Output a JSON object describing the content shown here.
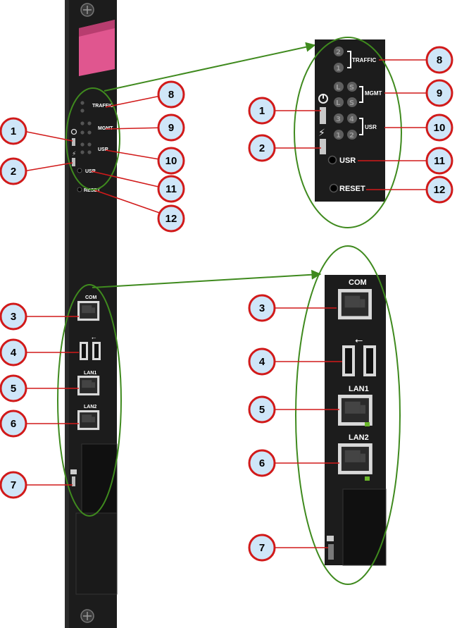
{
  "panel_labels": {
    "traffic": "TRAFFIC",
    "mgmt": "MGMT",
    "usr_leds": "USR",
    "usr_button": "USR",
    "reset": "RESET",
    "com": "COM",
    "lan1": "LAN1",
    "lan2": "LAN2"
  },
  "led_glyphs": {
    "traffic": [
      "2",
      "1"
    ],
    "mgmt": [
      "L",
      "S",
      "L",
      "S"
    ],
    "usr": [
      "3",
      "4",
      "1",
      "2"
    ]
  },
  "callouts": [
    {
      "number": "1"
    },
    {
      "number": "2"
    },
    {
      "number": "3"
    },
    {
      "number": "4"
    },
    {
      "number": "5"
    },
    {
      "number": "6"
    },
    {
      "number": "7"
    },
    {
      "number": "8"
    },
    {
      "number": "9"
    },
    {
      "number": "10"
    },
    {
      "number": "11"
    },
    {
      "number": "12"
    }
  ],
  "colors": {
    "panel": "#1c1c1c",
    "callout_fill": "#cfe6f8",
    "callout_stroke": "#d11a1a",
    "leader_line": "#d11a1a",
    "zoom_ellipse": "#3f8a1e",
    "handle_pink": "#e0568f"
  }
}
